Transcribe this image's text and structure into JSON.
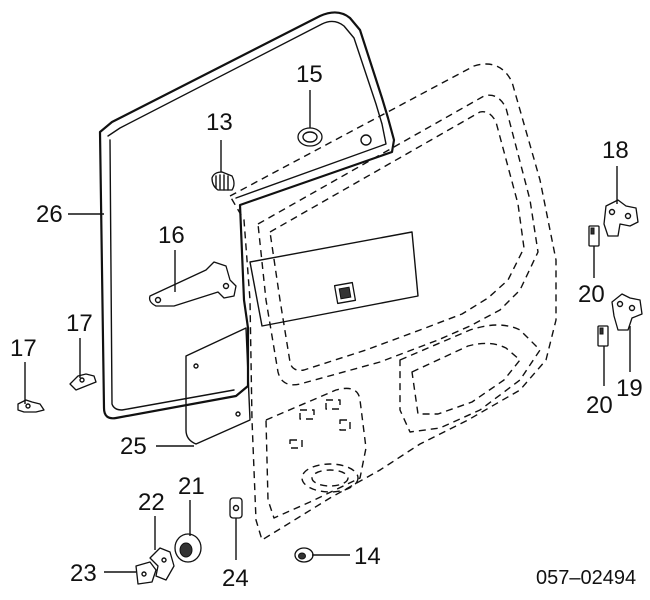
{
  "diagram": {
    "callouts": {
      "c13": "13",
      "c14": "14",
      "c15": "15",
      "c16": "16",
      "c17a": "17",
      "c17b": "17",
      "c18": "18",
      "c19": "19",
      "c20a": "20",
      "c20b": "20",
      "c21": "21",
      "c22": "22",
      "c23": "23",
      "c24": "24",
      "c25": "25",
      "c26": "26"
    },
    "reference_number": "057–02494"
  },
  "colors": {
    "line": "#111111",
    "background": "#ffffff"
  }
}
